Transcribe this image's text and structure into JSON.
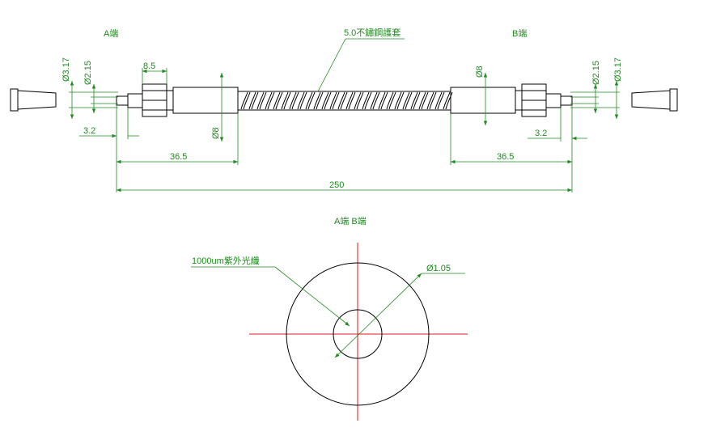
{
  "labels": {
    "end_a": "A端",
    "end_b": "B端",
    "sheath": "5.0不鏽鋼護套",
    "section_title": "A端  B端",
    "fiber": "1000um紫外光纖"
  },
  "dimensions": {
    "a_dia_317": "Ø3.17",
    "a_dia_215": "Ø2.15",
    "a_len_85": "8.5",
    "a_dia_8": "Ø8",
    "a_len_32": "3.2",
    "a_len_365": "36.5",
    "b_dia_8": "Ø8",
    "b_dia_215": "Ø2.15",
    "b_dia_317": "Ø3.17",
    "b_len_32": "3.2",
    "b_len_365": "36.5",
    "total_len": "250",
    "section_dia": "Ø1.05"
  },
  "colors": {
    "dimension": "#1f8a1f",
    "outline": "#000000",
    "centerline": "#e0191f"
  }
}
